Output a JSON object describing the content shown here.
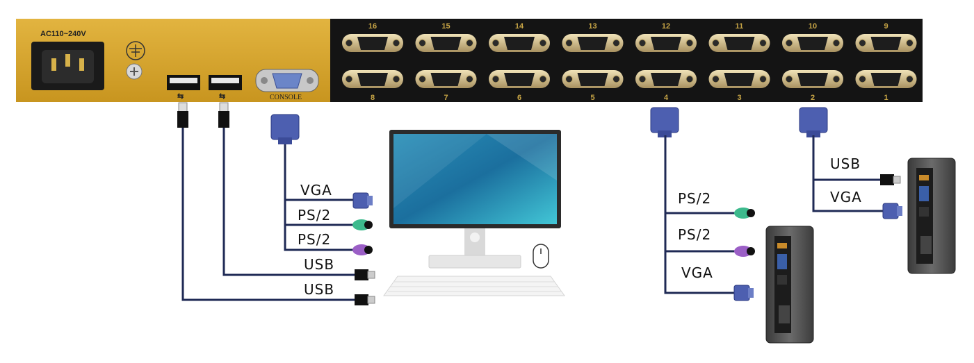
{
  "panel": {
    "power_label": "AC110~240V",
    "console_label": "CONSOLE",
    "ports_top": [
      "16",
      "15",
      "14",
      "13",
      "12",
      "11",
      "10",
      "9"
    ],
    "ports_bottom": [
      "8",
      "7",
      "6",
      "5",
      "4",
      "3",
      "2",
      "1"
    ]
  },
  "console_cables": {
    "vga": "VGA",
    "ps2_a": "PS/2",
    "ps2_b": "PS/2",
    "usb_a": "USB",
    "usb_b": "USB"
  },
  "server_a_cables": {
    "ps2_a": "PS/2",
    "ps2_b": "PS/2",
    "vga": "VGA"
  },
  "server_b_cables": {
    "usb": "USB",
    "vga": "VGA"
  },
  "colors": {
    "panel_gold": "#d5a42c",
    "panel_black": "#141414",
    "vga_blue": "#4d5fb0",
    "ps2_green": "#3dba8d",
    "ps2_purple": "#9b5fc6",
    "cable_navy": "#1f2a55"
  }
}
